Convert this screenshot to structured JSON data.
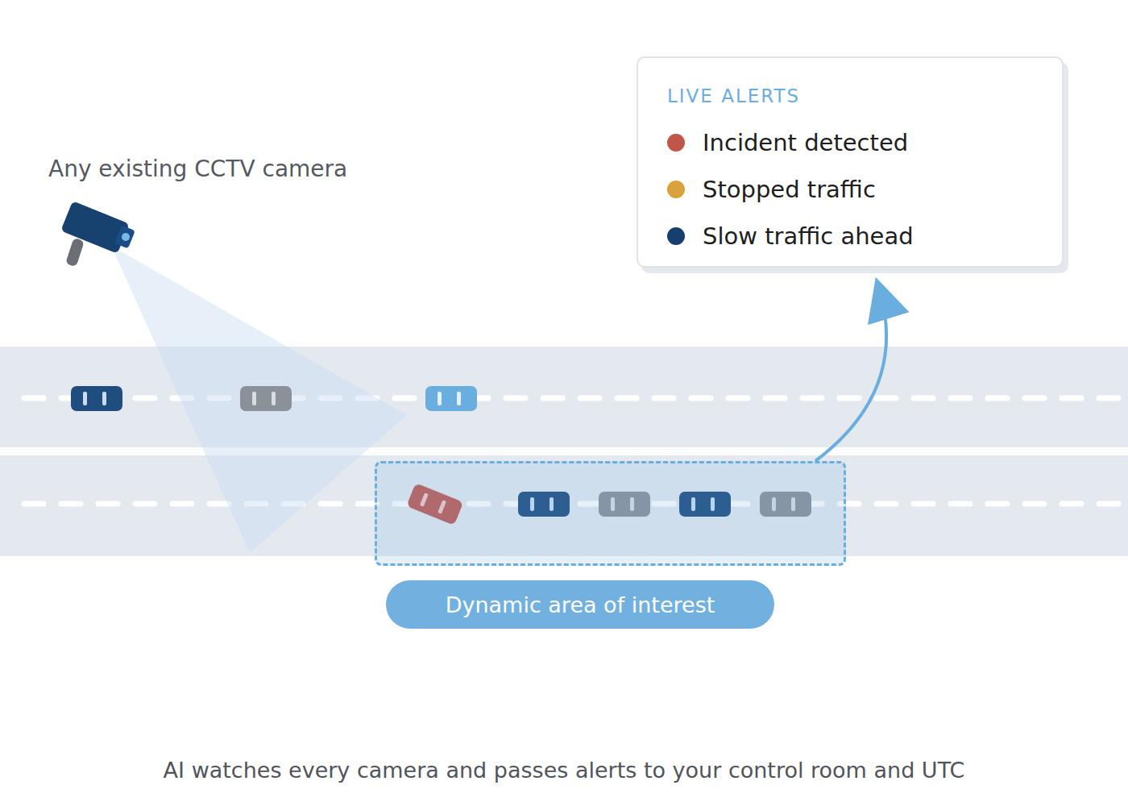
{
  "diagram": {
    "caption": "AI watches every camera and passes alerts to your control room and UTC",
    "nodes": [
      {
        "text": [
          "LIVE ALERTS",
          "Incident detected",
          "Stopped traffic",
          "Slow traffic ahead"
        ]
      },
      {
        "text": [
          "Dynamic area of interest"
        ]
      }
    ],
    "edges": [
      {
        "from": 1,
        "to": 0,
        "arrow": "to"
      }
    ],
    "labels": [
      "Any existing CCTV camera"
    ]
  }
}
